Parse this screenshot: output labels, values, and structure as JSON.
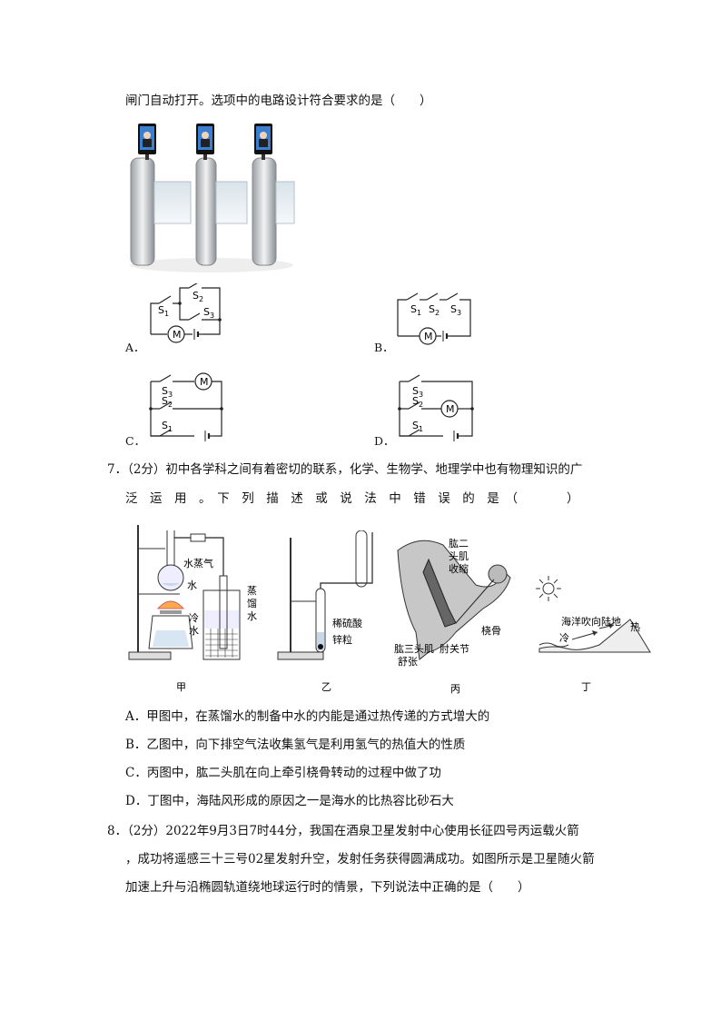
{
  "q6": {
    "tail": "闸门自动打开。选项中的电路设计符合要求的是（　　）",
    "options": {
      "A": "A．",
      "B": "B．",
      "C": "C．",
      "D": "D．"
    },
    "labels": {
      "s1": "S",
      "s2": "S",
      "s3": "S",
      "sub1": "1",
      "sub2": "2",
      "sub3": "3",
      "motor": "M"
    }
  },
  "q7": {
    "line1": "7．（2分）初中各学科之间有着密切的联系，化学、生物学、地理学中也有物理知识的广",
    "line2": "泛　运　用　。　下　列　描　述　或　说　法　中　错　误　的　是　（　　　　）",
    "fig_jia": {
      "vapor": "水蒸气",
      "water": "水",
      "cold": "冷",
      "cold2": "水",
      "dist1": "蒸",
      "dist2": "馏",
      "dist3": "水",
      "caption": "甲"
    },
    "fig_yi": {
      "acid": "稀硫酸",
      "zinc": "锌粒",
      "caption": "乙"
    },
    "fig_bing": {
      "biceps1": "肱二",
      "biceps2": "头肌",
      "biceps3": "收缩",
      "radius": "桡骨",
      "triceps1": "肱三头肌",
      "triceps2": "舒张",
      "joint": "肘关节",
      "caption": "丙"
    },
    "fig_ding": {
      "wind": "海洋吹向陆地",
      "cold": "冷",
      "hot": "热",
      "caption": "丁"
    },
    "A": "A．甲图中，在蒸馏水的制备中水的内能是通过热传递的方式增大的",
    "B": "B．乙图中，向下排空气法收集氢气是利用氢气的热值大的性质",
    "C": "C．丙图中，肱二头肌在向上牵引桡骨转动的过程中做了功",
    "D": "D．丁图中，海陆风形成的原因之一是海水的比热容比砂石大"
  },
  "q8": {
    "line1": "8．（2分）2022年9月3日7时44分，我国在酒泉卫星发射中心使用长征四号丙运载火箭",
    "line2": "，成功将遥感三十三号02星发射升空，发射任务获得圆满成功。如图所示是卫星随火箭",
    "line3": "加速上升与沿椭圆轨道绕地球运行时的情景，下列说法中正确的是（　　）"
  }
}
